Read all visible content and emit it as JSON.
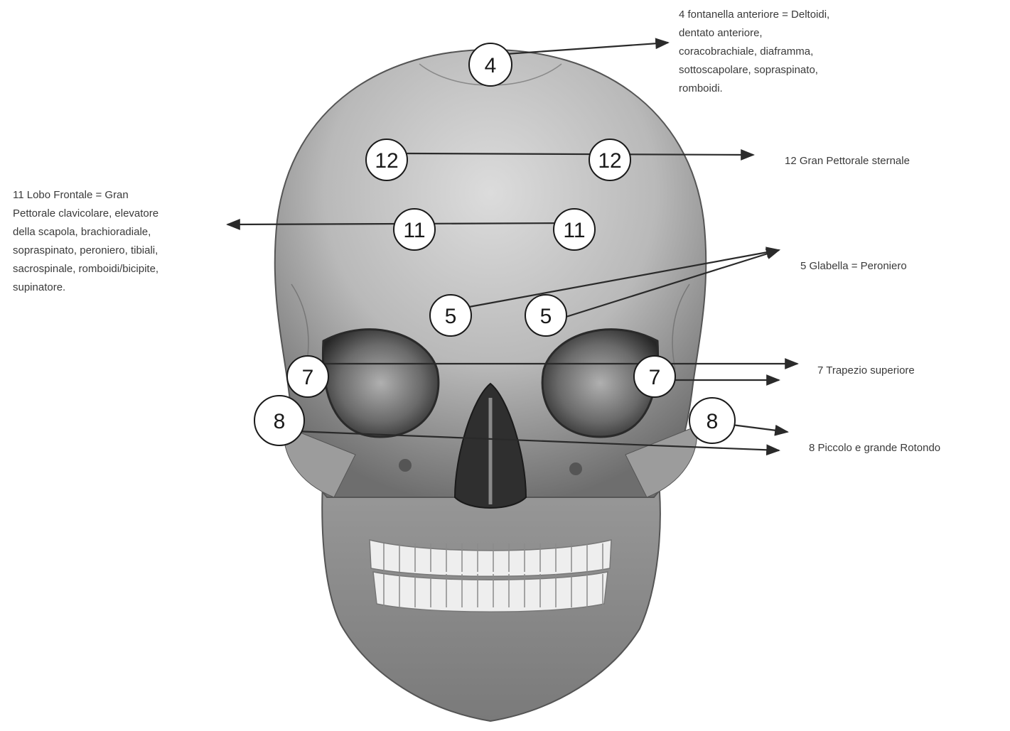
{
  "colors": {
    "bone_light": "#d8d8d8",
    "bone_mid": "#a8a8a8",
    "bone_dark": "#4a4a4a",
    "orbit": "#3a3a3a",
    "marker_fill": "#ffffff",
    "marker_stroke": "#1a1a1a",
    "arrow": "#2a2a2a",
    "text": "#3a3a3a"
  },
  "markers": {
    "m4": "4",
    "m12a": "12",
    "m12b": "12",
    "m11a": "11",
    "m11b": "11",
    "m5a": "5",
    "m5b": "5",
    "m7a": "7",
    "m7b": "7",
    "m8a": "8",
    "m8b": "8"
  },
  "annotations": {
    "note_4": "4 fontanella anteriore = Deltoidi,\ndentato anteriore,\ncoracobrachiale, diaframma,\nsottoscapolare, sopraspinato,\nromboidi.",
    "note_12": "12 Gran Pettorale sternale",
    "note_11": "11 Lobo Frontale = Gran\nPettorale clavicolare, elevatore\ndella scapola, brachioradiale,\nsopraspinato, peroniero, tibiali,\nsacrospinale, romboidi/bicipite,\nsupinatore.",
    "note_5": "5 Glabella = Peroniero",
    "note_7": "7 Trapezio superiore",
    "note_8": "8 Piccolo e grande Rotondo"
  }
}
